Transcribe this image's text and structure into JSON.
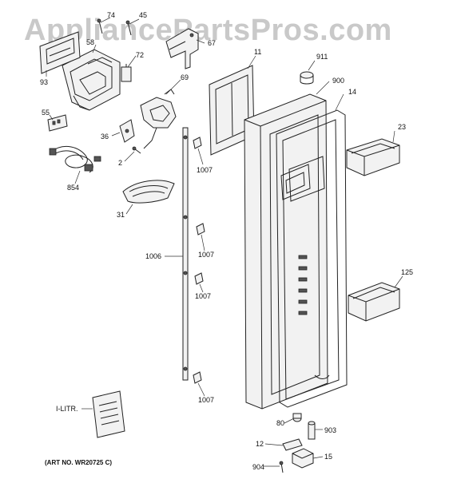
{
  "watermark": "AppliancePartsPros.com",
  "art_no": "(ART NO. WR20725 C)",
  "callouts": [
    {
      "id": "74",
      "label": "74"
    },
    {
      "id": "45",
      "label": "45"
    },
    {
      "id": "58",
      "label": "58"
    },
    {
      "id": "67",
      "label": "67"
    },
    {
      "id": "72",
      "label": "72"
    },
    {
      "id": "93",
      "label": "93"
    },
    {
      "id": "11",
      "label": "11"
    },
    {
      "id": "911",
      "label": "911"
    },
    {
      "id": "69",
      "label": "69"
    },
    {
      "id": "900",
      "label": "900"
    },
    {
      "id": "14",
      "label": "14"
    },
    {
      "id": "55",
      "label": "55"
    },
    {
      "id": "36",
      "label": "36"
    },
    {
      "id": "2",
      "label": "2"
    },
    {
      "id": "23",
      "label": "23"
    },
    {
      "id": "854",
      "label": "854"
    },
    {
      "id": "1007a",
      "label": "1007"
    },
    {
      "id": "31",
      "label": "31"
    },
    {
      "id": "1006",
      "label": "1006"
    },
    {
      "id": "1007b",
      "label": "1007"
    },
    {
      "id": "125",
      "label": "125"
    },
    {
      "id": "1007c",
      "label": "1007"
    },
    {
      "id": "1007d",
      "label": "1007"
    },
    {
      "id": "ilitr",
      "label": "I-LITR."
    },
    {
      "id": "80",
      "label": "80"
    },
    {
      "id": "903",
      "label": "903"
    },
    {
      "id": "12",
      "label": "12"
    },
    {
      "id": "15",
      "label": "15"
    },
    {
      "id": "904",
      "label": "904"
    }
  ]
}
